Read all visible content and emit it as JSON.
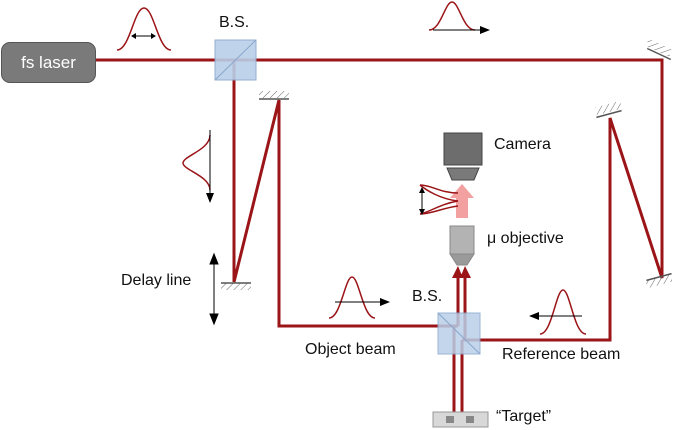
{
  "labels": {
    "laser": "fs laser",
    "bs_top": "B.S.",
    "bs_bottom": "B.S.",
    "camera": "Camera",
    "objective": "μ objective",
    "delay_line": "Delay line",
    "object_beam": "Object beam",
    "reference_beam": "Reference beam",
    "target": "“Target”"
  },
  "colors": {
    "beam": "#9b1518",
    "splitter_fill": "#b9cfe8",
    "splitter_edge": "#8aa7cc",
    "camera_body": "#6d6d6d",
    "objective_body": "#b3b3b3",
    "laser_body": "#7a7a7a",
    "image_beam": "#f2a0a0"
  }
}
